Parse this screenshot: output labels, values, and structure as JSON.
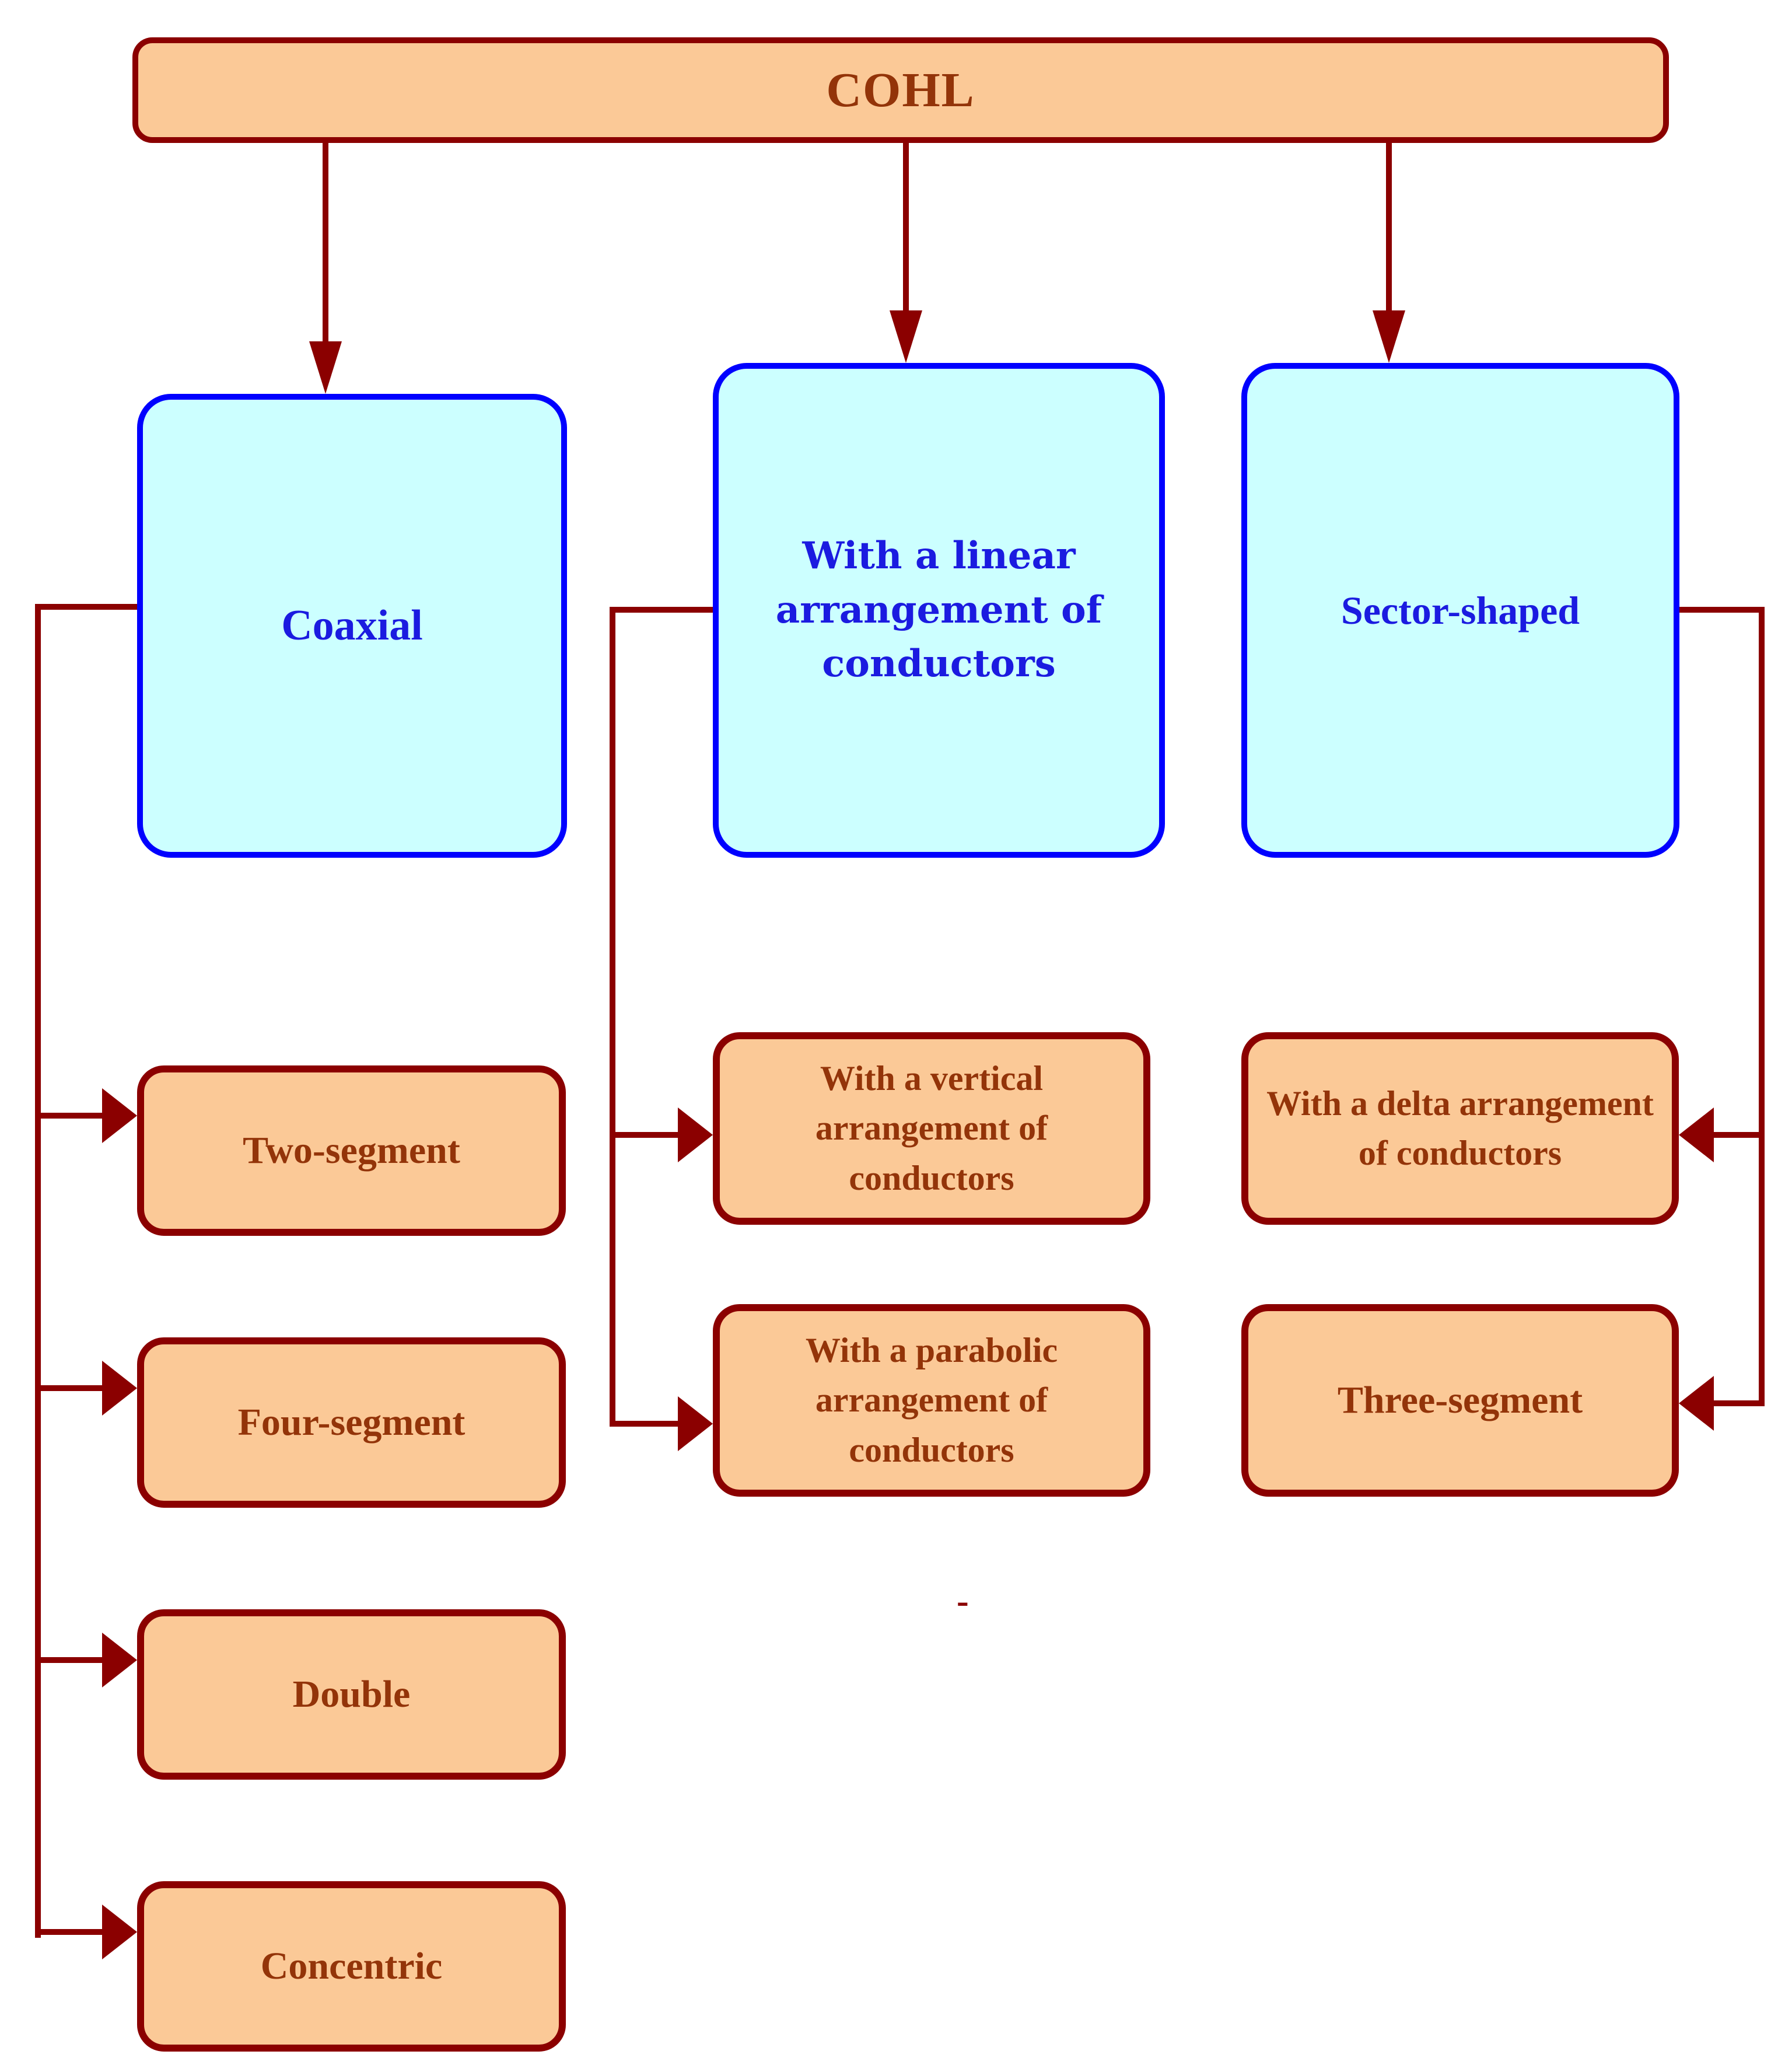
{
  "root": {
    "label": "COHL"
  },
  "branches": {
    "coaxial": {
      "label": "Coaxial",
      "children": [
        "Two-segment",
        "Four-segment",
        "Double",
        "Concentric"
      ]
    },
    "linear": {
      "label": "With a linear arrangement of conductors",
      "children": [
        "With a vertical arrangement of conductors",
        "With a parabolic arrangement of conductors"
      ]
    },
    "sector": {
      "label": "Sector-shaped",
      "children": [
        "With a delta arrangement of conductors",
        "Three-segment"
      ]
    }
  },
  "stray_mark": "-",
  "colors": {
    "line": "#8b0000",
    "node_fill": "#fbc997",
    "node_text": "#933409",
    "category_fill": "#ccffff",
    "category_border": "#0000ff",
    "category_text": "#1b1be0",
    "background": "#ffffff"
  }
}
